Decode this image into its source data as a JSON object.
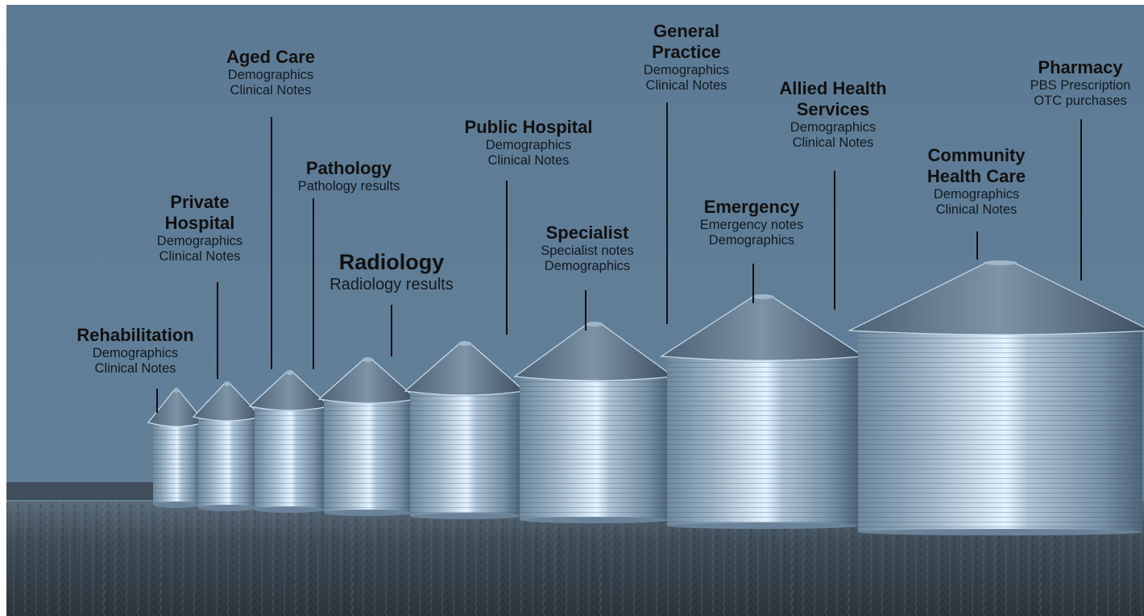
{
  "colors": {
    "sky": "#5f7d96",
    "ground": "#4a5a66",
    "silo_light": "#cfe6f8",
    "silo_mid": "#7d97ad",
    "silo_dark": "#2f4456",
    "text": "#111111"
  },
  "silos": [
    {
      "title": "Rehabilitation",
      "lines": [
        "Demographics",
        "Clinical Notes"
      ]
    },
    {
      "title": "Private Hospital",
      "title_lines": [
        "Private",
        "Hospital"
      ],
      "lines": [
        "Demographics",
        "Clinical Notes"
      ]
    },
    {
      "title": "Aged Care",
      "lines": [
        "Demographics",
        "Clinical Notes"
      ]
    },
    {
      "title": "Pathology",
      "lines": [
        "Pathology results"
      ]
    },
    {
      "title": "Radiology",
      "lines": [
        "Radiology results"
      ]
    },
    {
      "title": "Public Hospital",
      "lines": [
        "Demographics",
        "Clinical Notes"
      ]
    },
    {
      "title": "Specialist",
      "lines": [
        "Specialist notes",
        "Demographics"
      ]
    },
    {
      "title": "General Practice",
      "title_lines": [
        "General",
        "Practice"
      ],
      "lines": [
        "Demographics",
        "Clinical Notes"
      ]
    },
    {
      "title": "Emergency",
      "lines": [
        "Emergency notes",
        "Demographics"
      ]
    },
    {
      "title": "Allied Health Services",
      "title_lines": [
        "Allied Health",
        "Services"
      ],
      "lines": [
        "Demographics",
        "Clinical Notes"
      ]
    },
    {
      "title": "Community Health Care",
      "title_lines": [
        "Community",
        "Health Care"
      ],
      "lines": [
        "Demographics",
        "Clinical Notes"
      ]
    },
    {
      "title": "Pharmacy",
      "lines": [
        "PBS Prescription",
        "OTC purchases"
      ]
    }
  ]
}
